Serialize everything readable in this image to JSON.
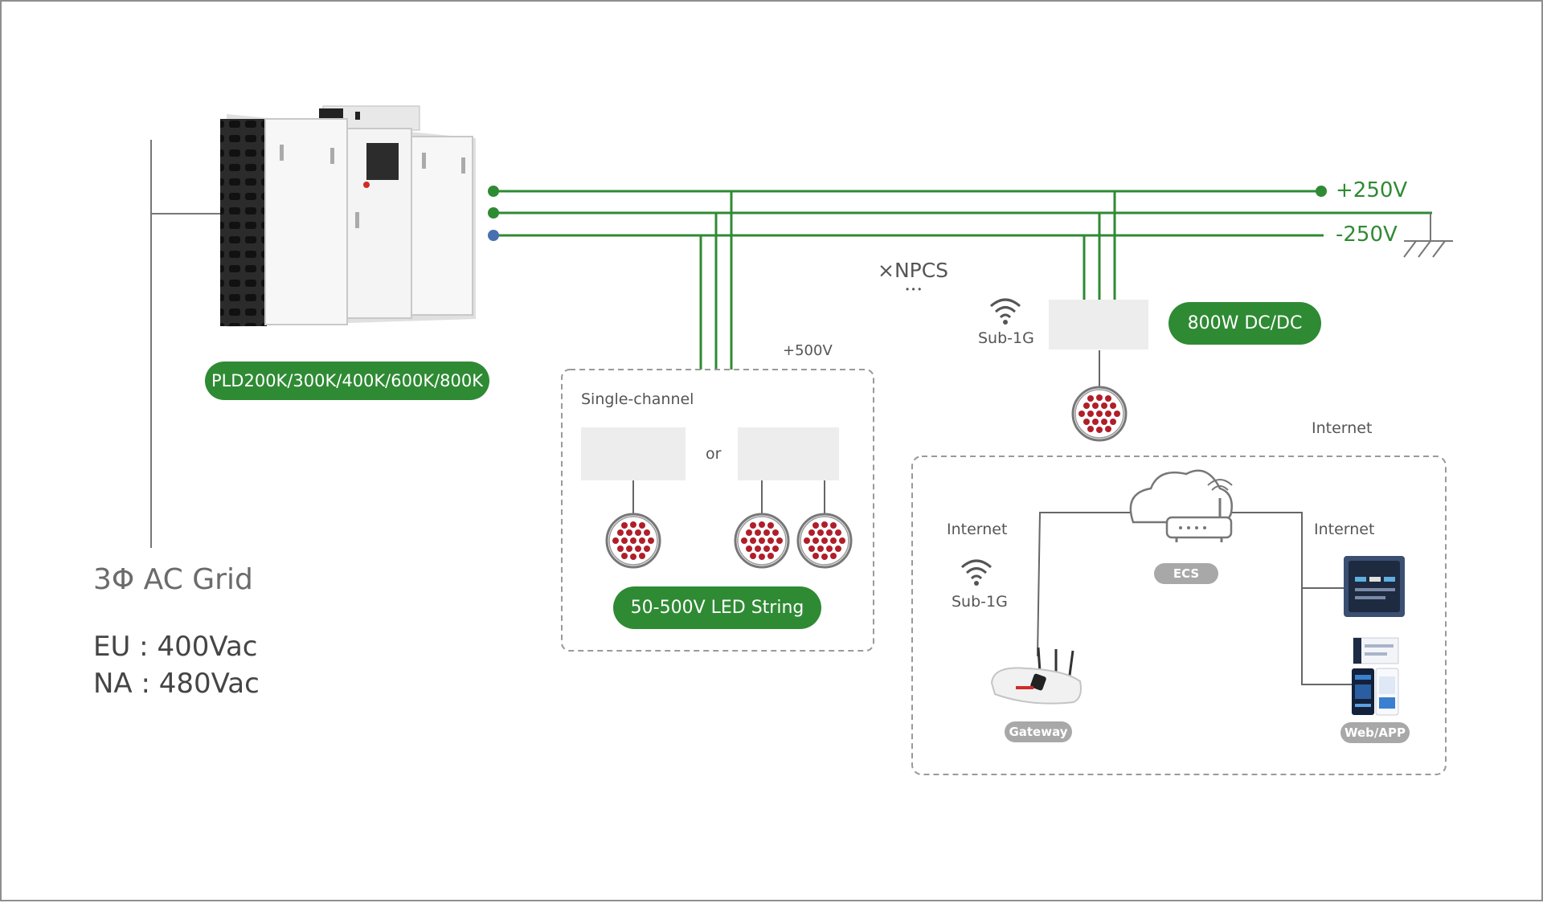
{
  "cabinet": {
    "model_label": "PLD200K/300K/400K/600K/800K"
  },
  "grid": {
    "title": "3Φ AC Grid",
    "eu": "EU : 400Vac",
    "na": "NA : 480Vac"
  },
  "bus": {
    "positive": "+250V",
    "negative": "-250V",
    "npcs": "×NPCS",
    "ellipsis": "• • •"
  },
  "led_group": {
    "voltage": "+500V",
    "mode": "Single-channel",
    "or": "or",
    "label": "50-500V LED String"
  },
  "dcdc": {
    "wireless": "Sub-1G",
    "label": "800W DC/DC"
  },
  "network": {
    "internet_top": "Internet",
    "internet_left": "Internet",
    "wireless_left": "Sub-1G",
    "internet_right": "Internet",
    "ecs": "ECS",
    "gateway": "Gateway",
    "webapp": "Web/APP"
  },
  "colors": {
    "accent_green": "#2f8a34",
    "bus_blue": "#4a6fb0",
    "led_red": "#b01e2a",
    "dashed_border": "#9a9a9a"
  }
}
